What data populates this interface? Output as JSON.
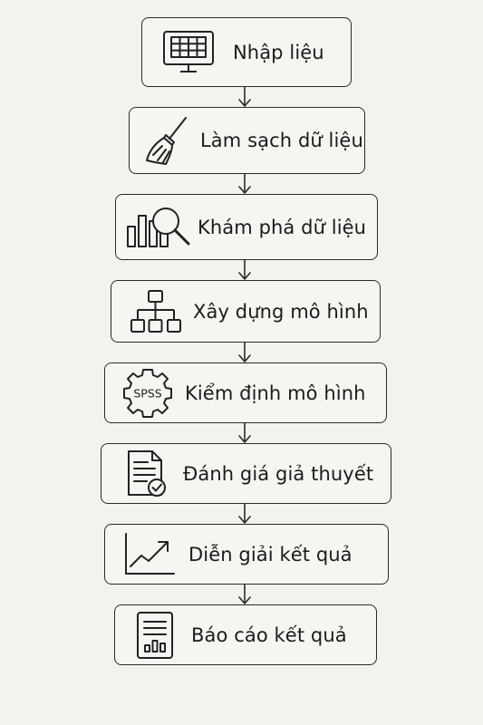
{
  "steps": [
    {
      "label": "Nhập liệu",
      "icon": "monitor-spreadsheet-icon"
    },
    {
      "label": "Làm sạch dữ liệu",
      "icon": "broom-icon"
    },
    {
      "label": "Khám phá dữ liệu",
      "icon": "bar-chart-magnifier-icon"
    },
    {
      "label": "Xây dựng mô hình",
      "icon": "hierarchy-tree-icon"
    },
    {
      "label": "Kiểm định mô hình",
      "icon": "spss-gear-icon"
    },
    {
      "label": "Đánh giá giả thuyết",
      "icon": "document-checkmark-icon"
    },
    {
      "label": "Diễn giải kết quả",
      "icon": "trend-line-chart-icon"
    },
    {
      "label": "Báo cáo kết quả",
      "icon": "report-document-icon"
    }
  ],
  "icon_texts": {
    "spss": "SPSS"
  }
}
